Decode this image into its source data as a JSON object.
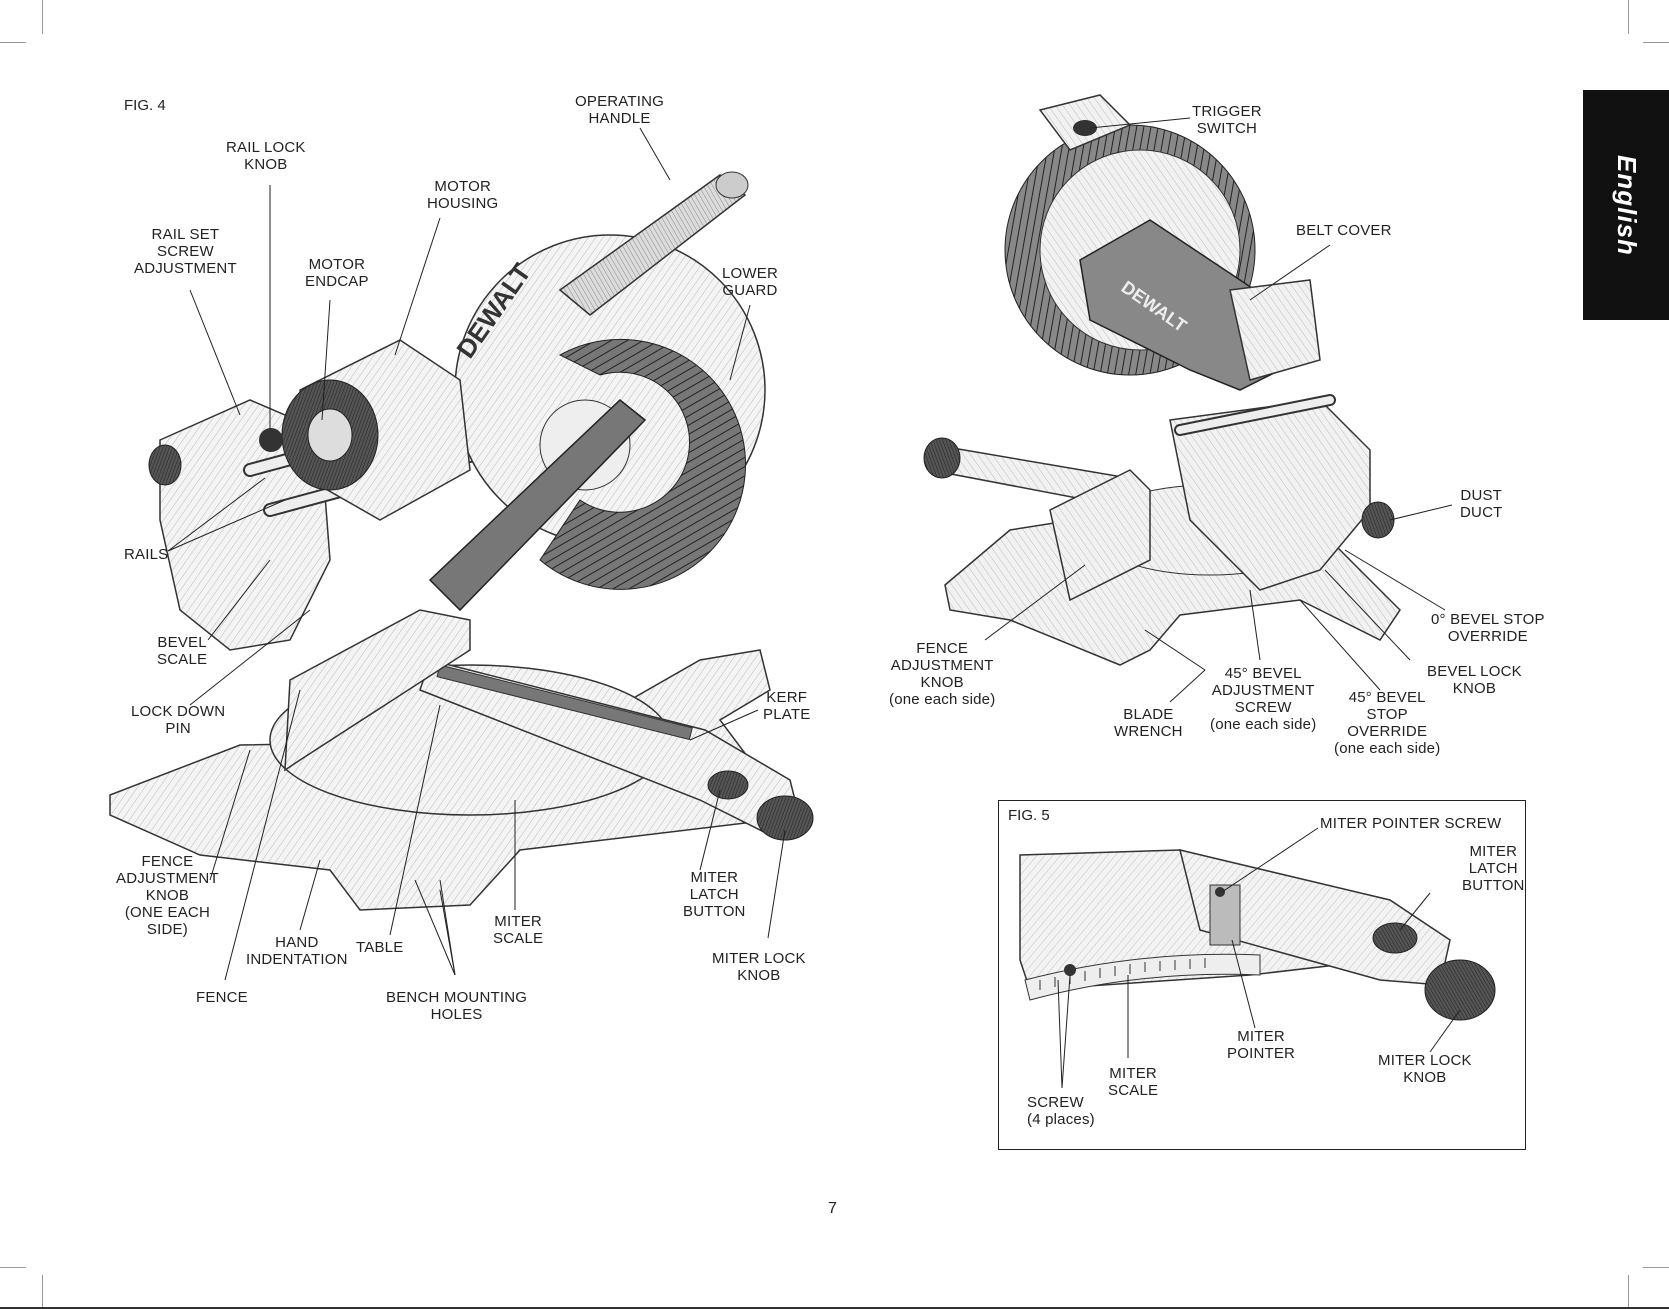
{
  "page_number": "7",
  "language_tab": "English",
  "fig4": {
    "title": "FIG. 4",
    "labels": {
      "operating_handle": "OPERATING\nHANDLE",
      "rail_lock_knob": "RAIL LOCK\nKNOB",
      "motor_housing": "MOTOR\nHOUSING",
      "rail_set_screw": "RAIL SET\nSCREW\nADJUSTMENT",
      "motor_endcap": "MOTOR\nENDCAP",
      "lower_guard": "LOWER\nGUARD",
      "rails": "RAILS",
      "bevel_scale": "BEVEL\nSCALE",
      "lock_down_pin": "LOCK DOWN\nPIN",
      "kerf_plate": "KERF\nPLATE",
      "fence_adjustment_knob": "FENCE\nADJUSTMENT\nKNOB\n(ONE EACH\nSIDE)",
      "miter_latch_button": "MITER\nLATCH\nBUTTON",
      "hand_indentation": "HAND\nINDENTATION",
      "table": "TABLE",
      "miter_scale": "MITER\nSCALE",
      "miter_lock_knob": "MITER LOCK\nKNOB",
      "fence": "FENCE",
      "bench_mounting_holes": "BENCH MOUNTING\nHOLES"
    }
  },
  "fig_top_right": {
    "labels": {
      "trigger_switch": "TRIGGER\nSWITCH",
      "belt_cover": "BELT COVER",
      "dust_duct": "DUST\nDUCT",
      "bevel_stop_override_0": "0° BEVEL STOP\nOVERRIDE",
      "fence_adjustment_knob": "FENCE\nADJUSTMENT\nKNOB\n(one each side)",
      "bevel_lock_knob": "BEVEL LOCK\nKNOB",
      "bevel_adjustment_screw_45": "45° BEVEL\nADJUSTMENT\nSCREW\n(one each side)",
      "bevel_stop_override_45": "45° BEVEL\nSTOP\nOVERRIDE\n(one each side)",
      "blade_wrench": "BLADE\nWRENCH"
    }
  },
  "fig5": {
    "title": "FIG. 5",
    "labels": {
      "miter_pointer_screw": "MITER POINTER SCREW",
      "miter_latch_button": "MITER\nLATCH\nBUTTON",
      "miter_pointer": "MITER\nPOINTER",
      "miter_lock_knob": "MITER LOCK\nKNOB",
      "miter_scale": "MITER\nSCALE",
      "screw": "SCREW\n(4 places)"
    }
  }
}
